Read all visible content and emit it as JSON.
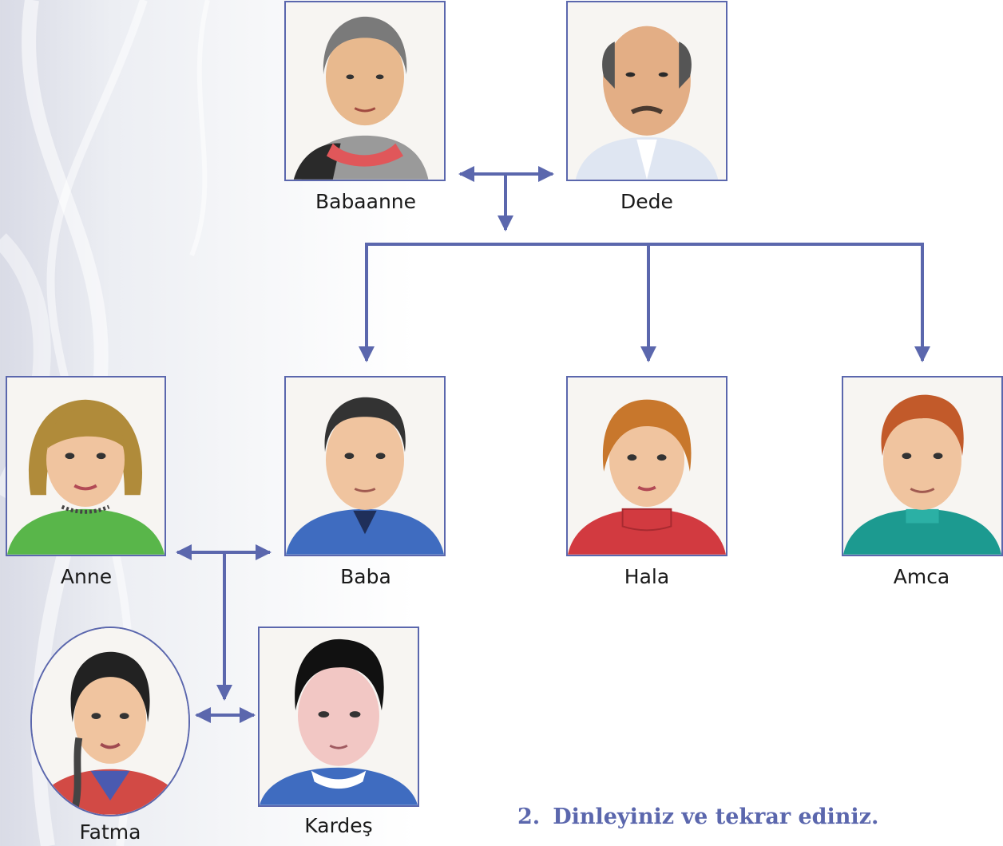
{
  "members": {
    "babaanne": "Babaanne",
    "dede": "Dede",
    "anne": "Anne",
    "baba": "Baba",
    "hala": "Hala",
    "amca": "Amca",
    "fatma": "Fatma",
    "kardes": "Kardeş"
  },
  "instruction": {
    "number": "2.",
    "text": "Dinleyiniz ve tekrar ediniz."
  },
  "colors": {
    "line": "#5b67ad"
  }
}
